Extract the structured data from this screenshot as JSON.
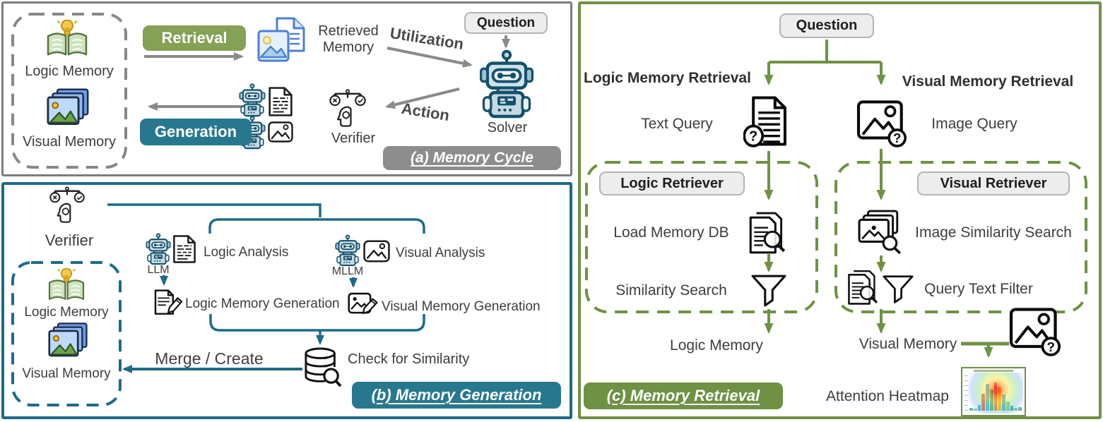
{
  "colors": {
    "panel_a_border": "#7d7d7d",
    "panel_b_border": "#1d6b88",
    "panel_c_border": "#6e9144",
    "green_badge": "#84a156",
    "teal_badge": "#27788f",
    "gray_badge": "#8d8d8d",
    "green_arrow": "#6f9243",
    "teal_arrow": "#1d6b88",
    "gray_arrow": "#8a8a8a"
  },
  "panel_a": {
    "badge": "(a) Memory Cycle",
    "logic_memory": "Logic Memory",
    "visual_memory": "Visual Memory",
    "retrieval": "Retrieval",
    "generation": "Generation",
    "retrieved_line1": "Retrieved",
    "retrieved_line2": "Memory",
    "utilization": "Utilization",
    "action": "Action",
    "question": "Question",
    "solver": "Solver",
    "verifier": "Verifier"
  },
  "panel_b": {
    "badge": "(b) Memory Generation",
    "verifier": "Verifier",
    "llm": "LLM",
    "mllm": "MLLM",
    "logic_analysis": "Logic Analysis",
    "visual_analysis": "Visual Analysis",
    "logic_memory_generation": "Logic Memory Generation",
    "visual_memory_generation": "Visual Memory Generation",
    "merge_create": "Merge / Create",
    "check_for_similarity": "Check for Similarity",
    "logic_memory": "Logic Memory",
    "visual_memory": "Visual Memory"
  },
  "panel_c": {
    "badge": "(c) Memory Retrieval",
    "question": "Question",
    "logic_branch_title": "Logic Memory Retrieval",
    "visual_branch_title": "Visual Memory Retrieval",
    "text_query": "Text Query",
    "image_query": "Image Query",
    "logic_retriever": "Logic Retriever",
    "visual_retriever": "Visual Retriever",
    "load_memory_db": "Load Memory DB",
    "similarity_search": "Similarity Search",
    "image_similarity_search": "Image Similarity Search",
    "query_text_filter": "Query Text Filter",
    "logic_memory": "Logic Memory",
    "visual_memory": "Visual Memory",
    "attention_heatmap": "Attention Heatmap",
    "heatmap": {
      "bars": [
        {
          "h": 4,
          "c": "#4db6ac"
        },
        {
          "h": 3,
          "c": "#81c784"
        },
        {
          "h": 8,
          "c": "#4db6ac"
        },
        {
          "h": 24,
          "c": "#ef5350"
        },
        {
          "h": 38,
          "c": "#42a5f5"
        },
        {
          "h": 30,
          "c": "#26a69a"
        },
        {
          "h": 40,
          "c": "#ef5350"
        },
        {
          "h": 33,
          "c": "#ffa726"
        },
        {
          "h": 23,
          "c": "#42a5f5"
        },
        {
          "h": 13,
          "c": "#81c784"
        },
        {
          "h": 7,
          "c": "#26a69a"
        },
        {
          "h": 4,
          "c": "#81c784"
        },
        {
          "h": 5,
          "c": "#4db6ac"
        }
      ]
    }
  }
}
